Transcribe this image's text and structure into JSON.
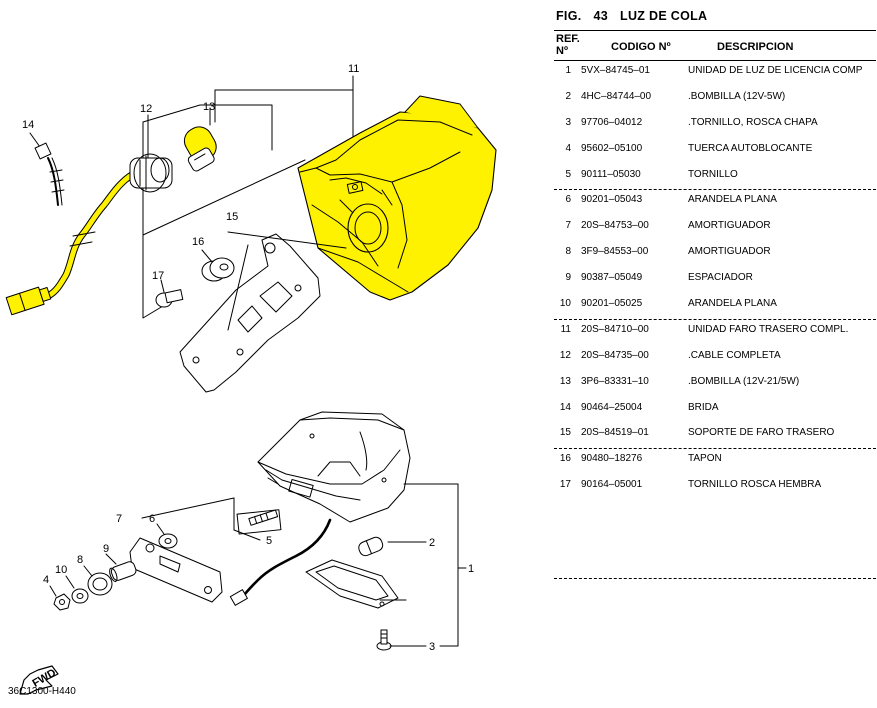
{
  "figure": {
    "label": "FIG.",
    "number": "43",
    "title": "LUZ DE COLA",
    "code": "36C1300-H440"
  },
  "table": {
    "headers": {
      "ref_line1": "REF.",
      "ref_line2": "Nº",
      "code": "CODIGO Nº",
      "description": "DESCRIPCION"
    },
    "rows": [
      {
        "ref": "1",
        "code": "5VX–84745–01",
        "desc": "UNIDAD DE LUZ DE LICENCIA COMP"
      },
      {
        "ref": "2",
        "code": "4HC–84744–00",
        "desc": ".BOMBILLA (12V-5W)"
      },
      {
        "ref": "3",
        "code": "97706–04012",
        "desc": ".TORNILLO, ROSCA CHAPA"
      },
      {
        "ref": "4",
        "code": "95602–05100",
        "desc": "TUERCA AUTOBLOCANTE"
      },
      {
        "ref": "5",
        "code": "90111–05030",
        "desc": "TORNILLO"
      },
      {
        "ref": "6",
        "code": "90201–05043",
        "desc": "ARANDELA PLANA"
      },
      {
        "ref": "7",
        "code": "20S–84753–00",
        "desc": "AMORTIGUADOR"
      },
      {
        "ref": "8",
        "code": "3F9–84553–00",
        "desc": "AMORTIGUADOR"
      },
      {
        "ref": "9",
        "code": "90387–05049",
        "desc": "ESPACIADOR"
      },
      {
        "ref": "10",
        "code": "90201–05025",
        "desc": "ARANDELA PLANA"
      },
      {
        "ref": "11",
        "code": "20S–84710–00",
        "desc": "UNIDAD FARO TRASERO COMPL."
      },
      {
        "ref": "12",
        "code": "20S–84735–00",
        "desc": ".CABLE COMPLETA"
      },
      {
        "ref": "13",
        "code": "3P6–83331–10",
        "desc": ".BOMBILLA (12V-21/5W)"
      },
      {
        "ref": "14",
        "code": "90464–25004",
        "desc": "BRIDA"
      },
      {
        "ref": "15",
        "code": "20S–84519–01",
        "desc": "SOPORTE DE FARO TRASERO"
      },
      {
        "ref": "16",
        "code": "90480–18276",
        "desc": "TAPON"
      },
      {
        "ref": "17",
        "code": "90164–05001",
        "desc": "TORNILLO  ROSCA HEMBRA"
      }
    ]
  },
  "callouts": [
    "1",
    "2",
    "3",
    "4",
    "5",
    "6",
    "7",
    "8",
    "9",
    "10",
    "11",
    "12",
    "13",
    "14",
    "15",
    "16",
    "17"
  ],
  "fwd_label": "FWD",
  "colors": {
    "highlight": "#fff200",
    "line": "#000000",
    "background": "#ffffff"
  }
}
